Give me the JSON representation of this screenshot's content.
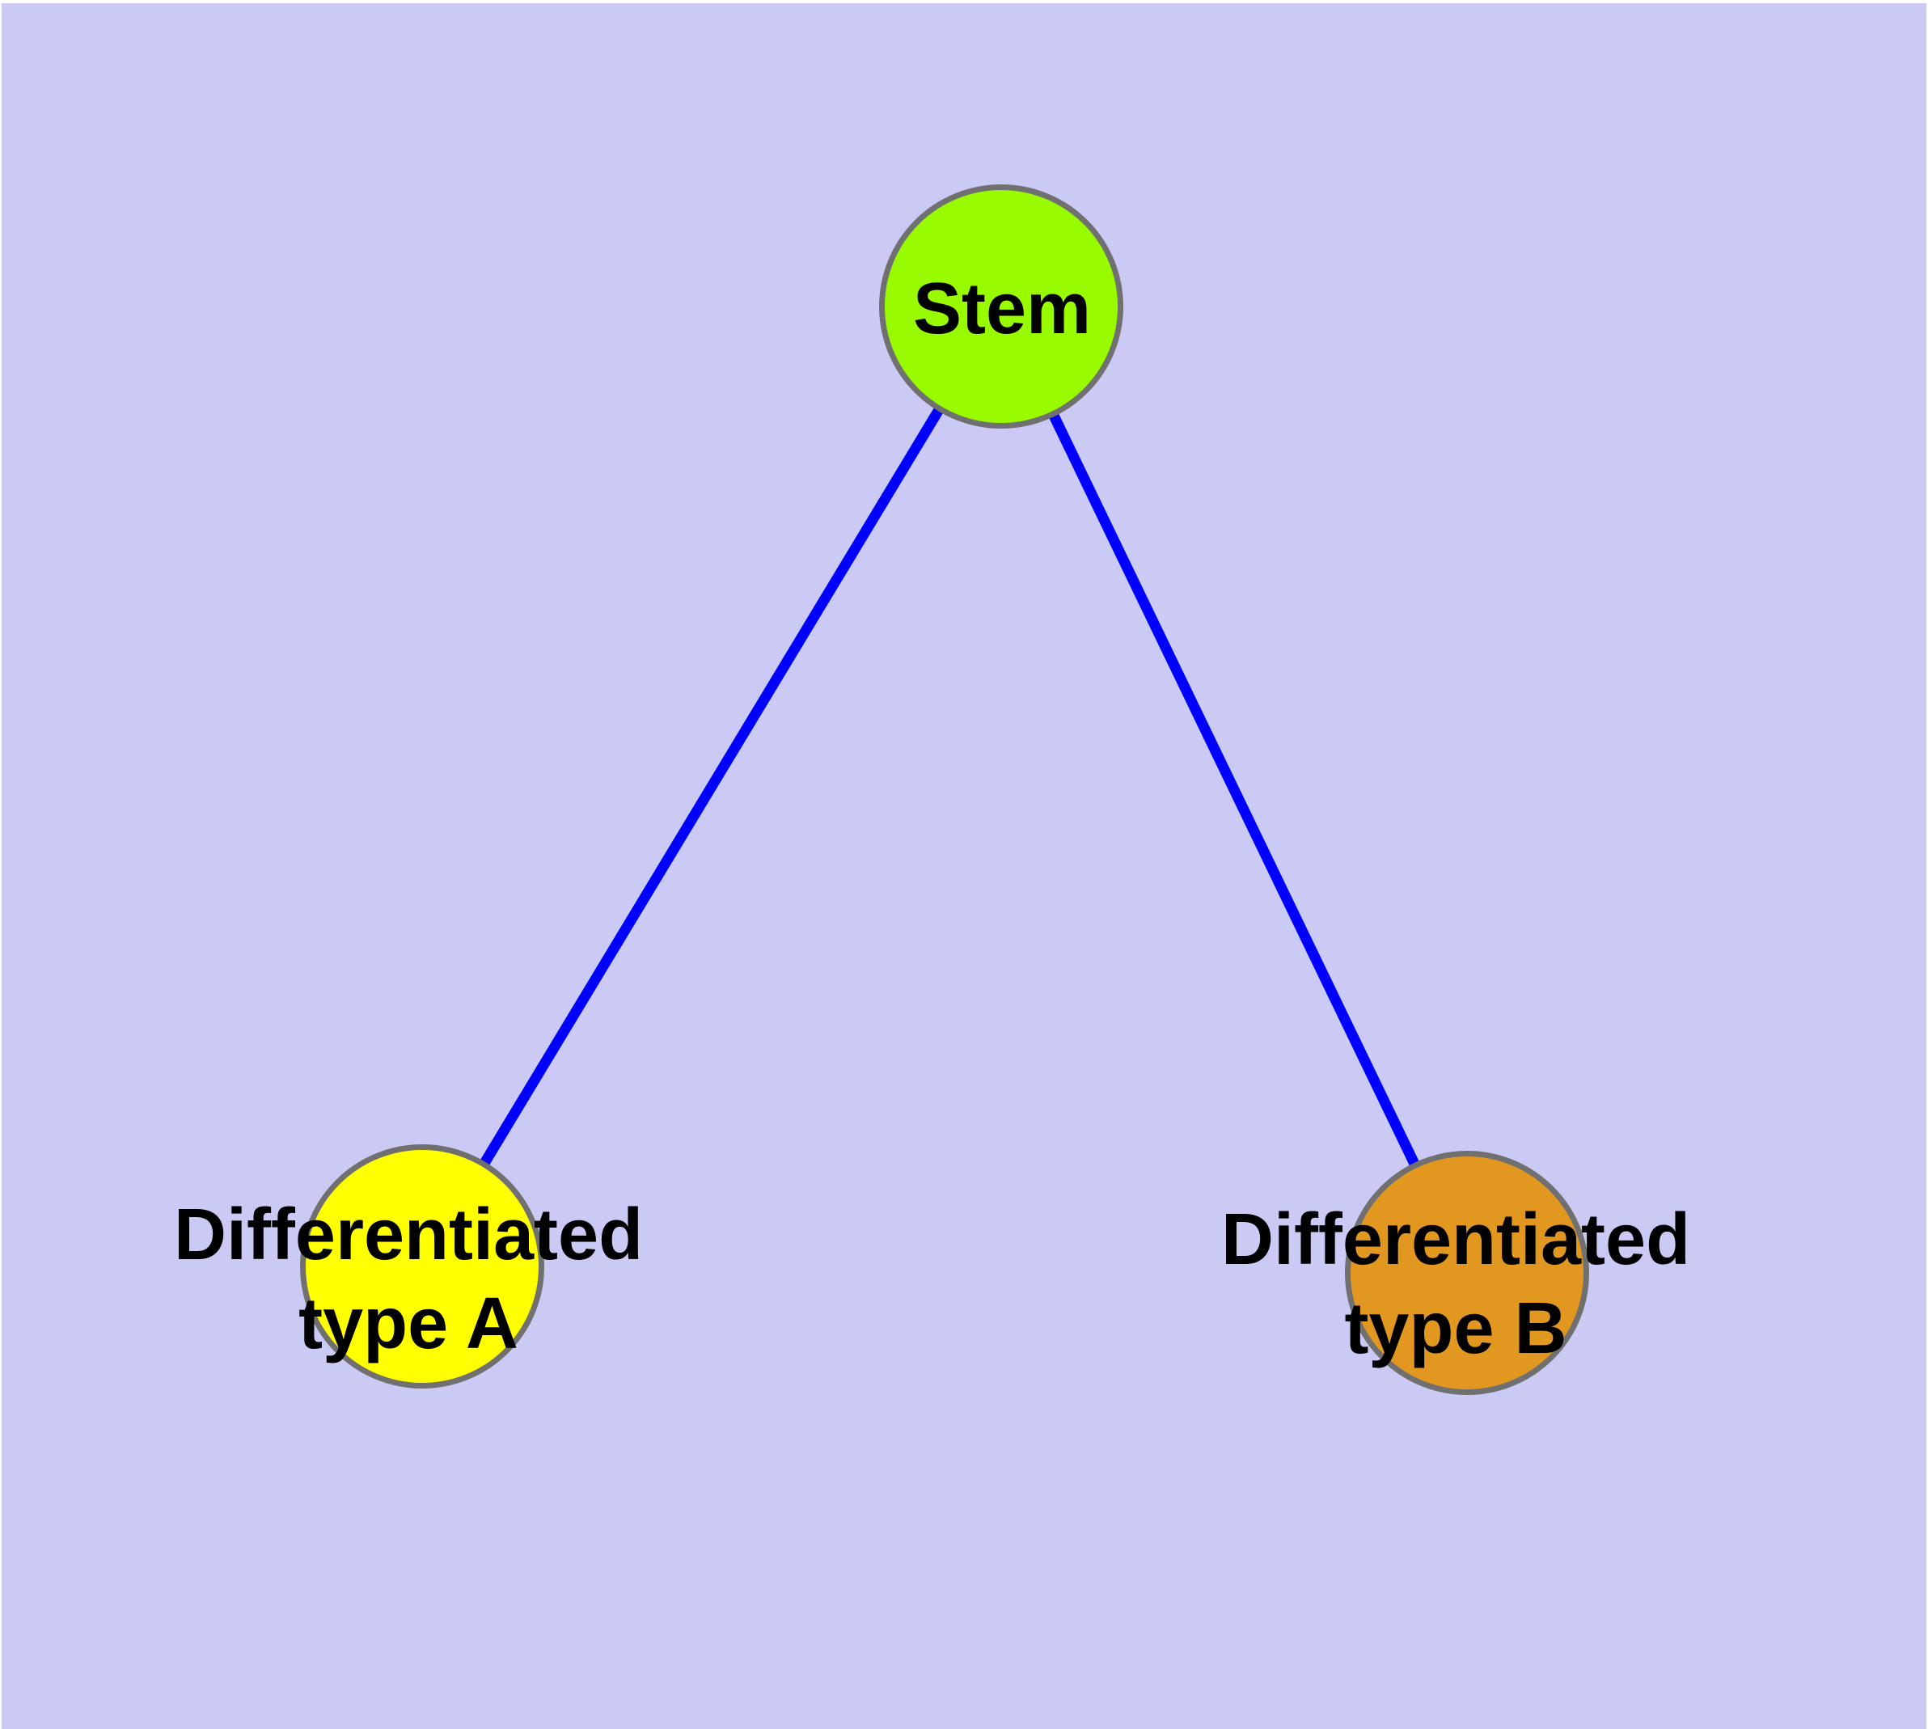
{
  "diagram": {
    "background_color": "#CACAF5",
    "node_border_color": "#707070",
    "edge_color": "#0000FF",
    "label_color": "#000000",
    "nodes": [
      {
        "id": "stem",
        "label": "Stem",
        "lines": [
          "Stem"
        ],
        "fill": "#99FB00"
      },
      {
        "id": "differentiated-type-a",
        "label": "Differentiated type A",
        "lines": [
          "Differentiated",
          "type A"
        ],
        "fill": "#FFFF00"
      },
      {
        "id": "differentiated-type-b",
        "label": "Differentiated type B",
        "lines": [
          "Differentiated",
          "type B"
        ],
        "fill": "#E29820"
      }
    ],
    "edges": [
      {
        "from": "stem",
        "to": "differentiated-type-a"
      },
      {
        "from": "stem",
        "to": "differentiated-type-b"
      }
    ]
  }
}
